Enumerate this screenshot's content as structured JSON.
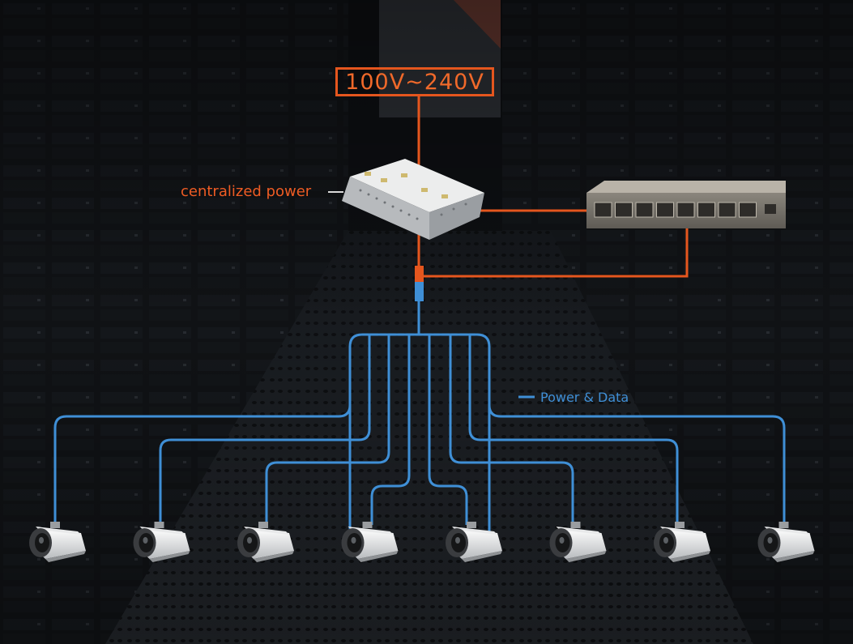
{
  "diagram": {
    "voltage_label": "100V~240V",
    "power_supply_label": "centralized power",
    "legend_label": "Power & Data",
    "camera_count": 8,
    "switch_port_count": 8
  },
  "colors": {
    "power_line": "#e5561e",
    "data_line": "#3f8fd6",
    "background": "#0d0f12"
  },
  "icons": {
    "power_supply": "power-supply-icon",
    "switch": "network-switch-icon",
    "camera": "bullet-camera-icon"
  }
}
